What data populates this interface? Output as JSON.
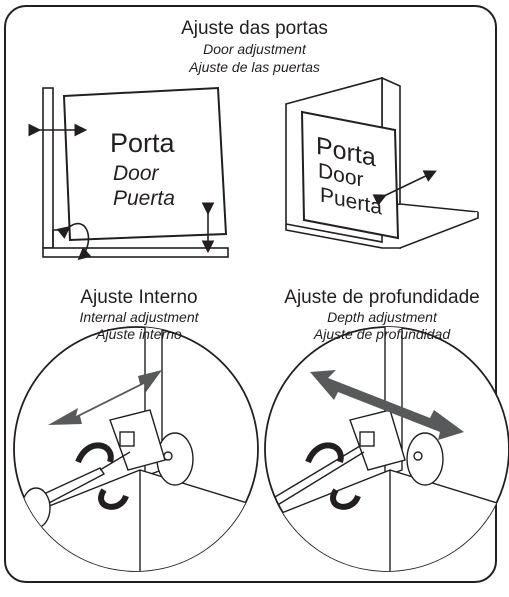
{
  "header": {
    "title": "Ajuste das portas",
    "subtitle_en": "Door adjustment",
    "subtitle_es": "Ajuste de las puertas"
  },
  "left_door": {
    "label_pt": "Porta",
    "label_en": "Door",
    "label_es": "Puerta"
  },
  "right_door": {
    "label_pt": "Porta",
    "label_en": "Door",
    "label_es": "Puerta"
  },
  "left_section": {
    "title": "Ajuste Interno",
    "subtitle_en": "Internal adjustment",
    "subtitle_es": "Ajuste interno"
  },
  "right_section": {
    "title": "Ajuste de profundidade",
    "subtitle_en": "Depth adjustment",
    "subtitle_es": "Ajuste de profundidad"
  },
  "colors": {
    "ink": "#231f20",
    "arrow_gray": "#58595b",
    "light_gray": "#e6e7e8"
  }
}
